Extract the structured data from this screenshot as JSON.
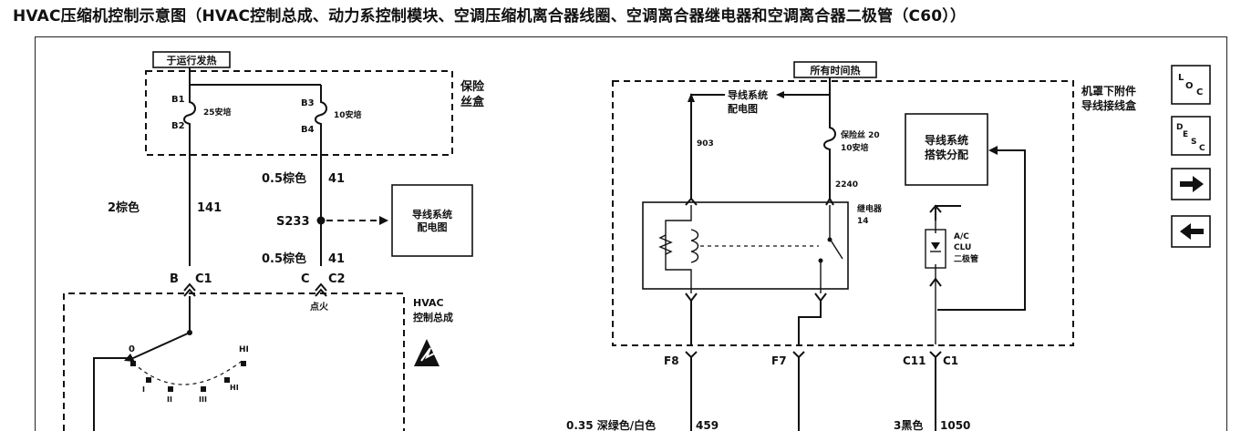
{
  "title": "HVAC压缩机控制示意图（HVAC控制总成、动力系控制模块、空调压缩机离合器线圈、空调离合器继电器和空调离合器二极管（C60））",
  "left": {
    "hot_label": "于运行发热",
    "fuse_block_label_1": "保险",
    "fuse_block_label_2": "丝盒",
    "fuse1": {
      "top_pin": "B1",
      "bottom_pin": "B2",
      "rating": "25安培"
    },
    "fuse2": {
      "top_pin": "B3",
      "bottom_pin": "B4",
      "rating": "10安培"
    },
    "wire_141": {
      "spec": "2棕色",
      "circuit": "141"
    },
    "wire_41_top": {
      "spec": "0.5棕色",
      "circuit": "41"
    },
    "wire_41_bottom": {
      "spec": "0.5棕色",
      "circuit": "41"
    },
    "splice": "S233",
    "ground_box_1": "导线系统",
    "ground_box_2": "配电图",
    "conn_b": {
      "pin": "B",
      "conn": "C1"
    },
    "conn_c": {
      "pin": "C",
      "conn": "C2"
    },
    "ignition": "点火",
    "hvac_label_1": "HVAC",
    "hvac_label_2": "控制总成",
    "switch_off": "0",
    "switch_hi": "HI",
    "switch_pos_1": "I",
    "switch_pos_2": "II",
    "switch_pos_3": "III"
  },
  "right": {
    "hot_label": "所有时间热",
    "underhood_label_1": "机罩下附件",
    "underhood_label_2": "导线接线盒",
    "wiring_ref_1": "导线系统",
    "wiring_ref_2": "配电图",
    "fuse_label": "保险丝 20",
    "fuse_rating": "10安培",
    "wire_903": "903",
    "wire_2240": "2240",
    "ground_dist_1": "导线系统",
    "ground_dist_2": "搭铁分配",
    "relay_label": "继电器",
    "relay_num": "14",
    "diode_1": "A/C",
    "diode_2": "CLU",
    "diode_3": "二极管",
    "pin_f8": "F8",
    "pin_f7": "F7",
    "pin_c11": "C11",
    "pin_c1": "C1",
    "wire_459": {
      "spec": "0.35 深绿色/白色",
      "circuit": "459"
    },
    "wire_1050": {
      "spec": "3黑色",
      "circuit": "1050"
    }
  },
  "nav": {
    "loc_main": "L",
    "loc_sub_1": "O",
    "loc_sub_2": "C",
    "desc_main": "D",
    "desc_sub_1": "E",
    "desc_sub_2": "S",
    "desc_sub_3": "C"
  }
}
